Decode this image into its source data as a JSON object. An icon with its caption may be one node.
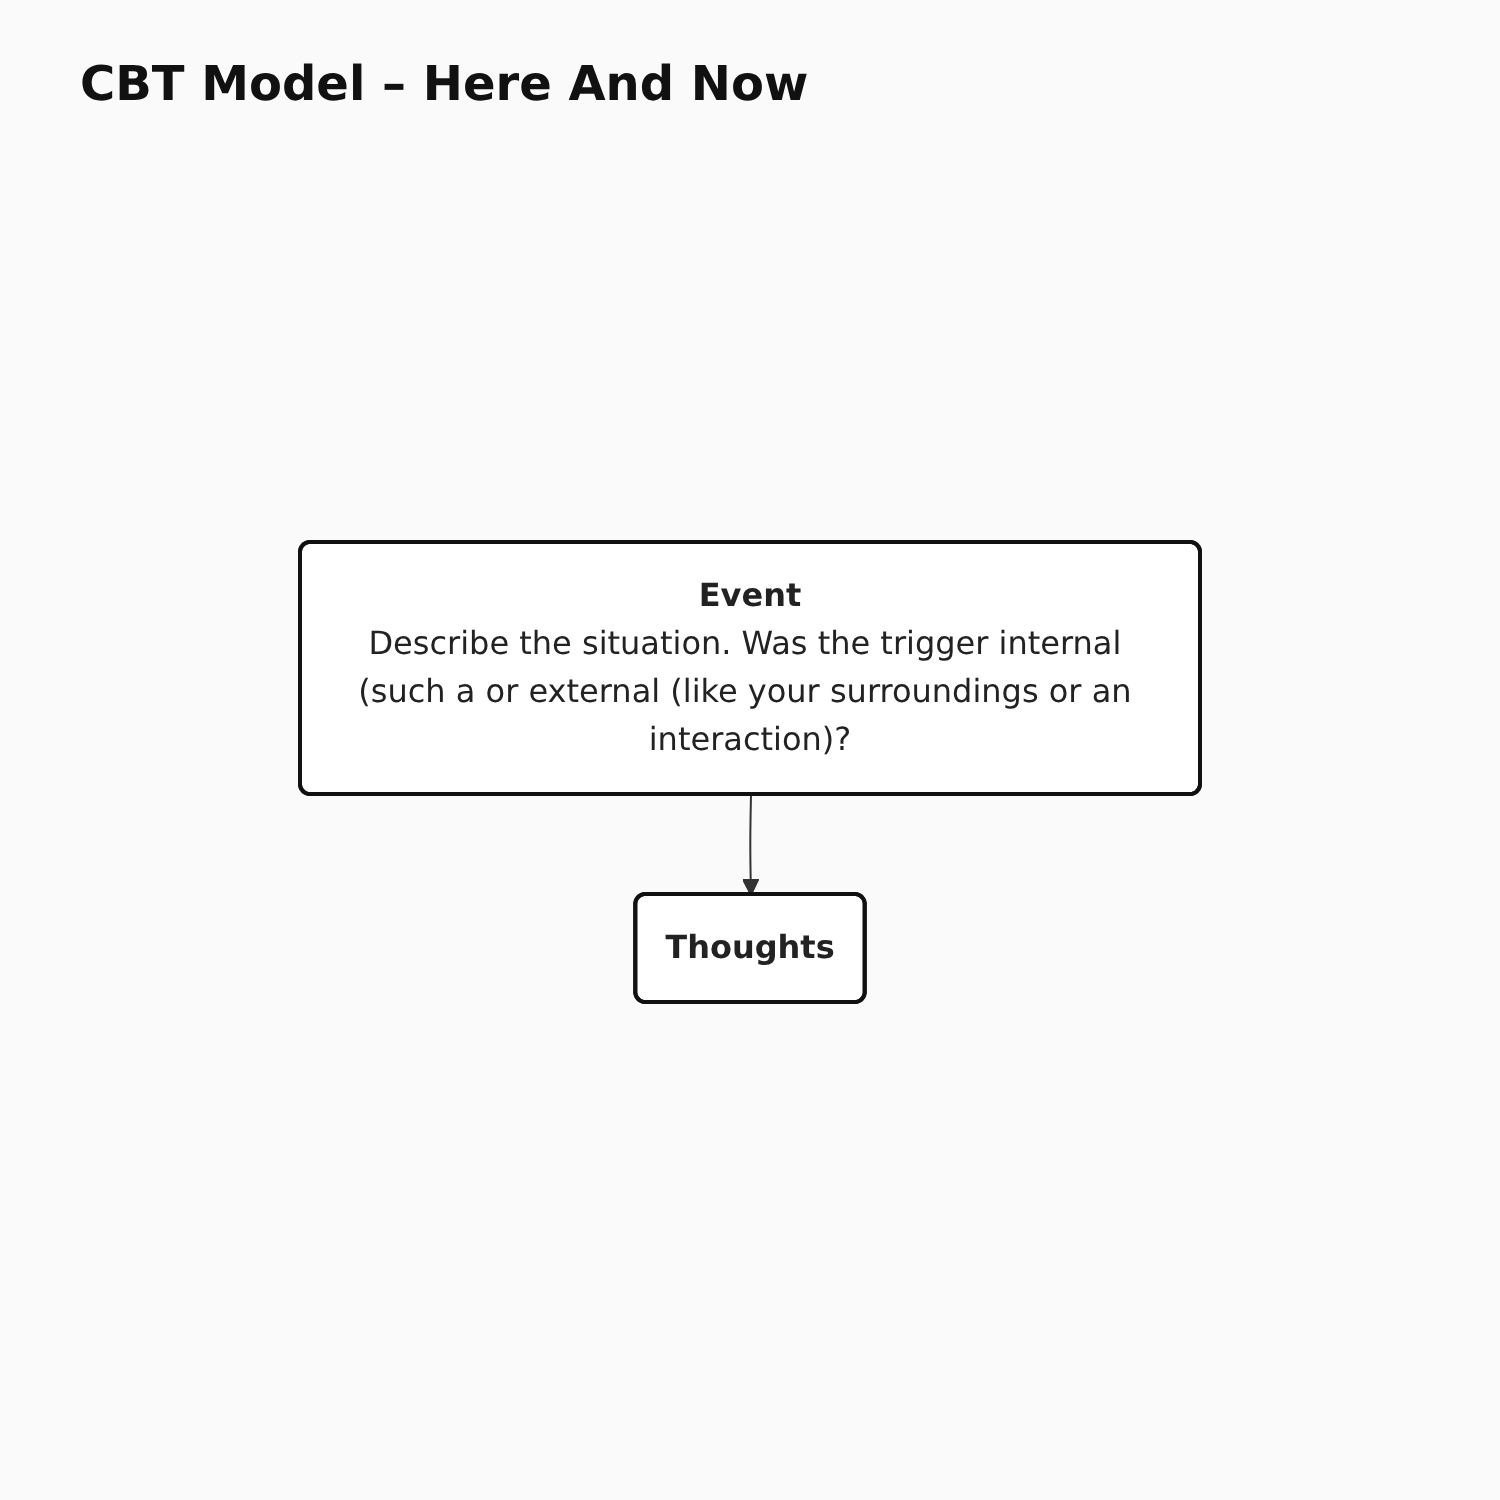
{
  "diagram": {
    "title": "CBT Model – Here And Now",
    "nodes": [
      {
        "text": [
          "Event",
          "Describe the situation. Was the trigger internal (such a or external (like your surroundings or an interaction)?"
        ]
      },
      {
        "text": [
          "Thoughts"
        ]
      }
    ],
    "edges": [
      {
        "from": 0,
        "to": 1,
        "arrow": "to"
      }
    ]
  }
}
